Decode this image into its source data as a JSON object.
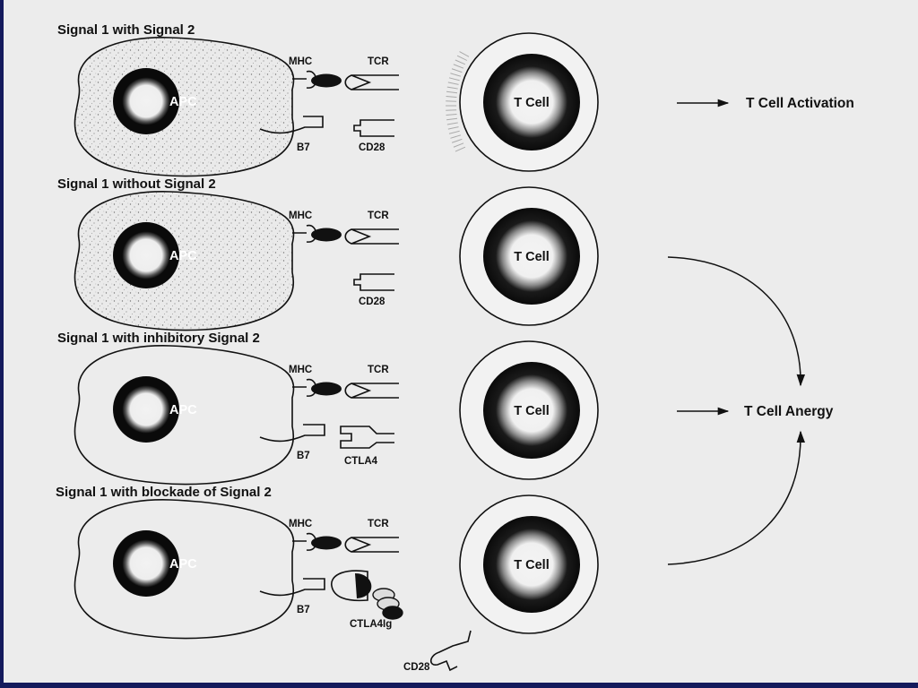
{
  "panels": [
    {
      "title": "Signal 1 with Signal 2",
      "apc": "APC",
      "mhc": "MHC",
      "tcr": "TCR",
      "lower_left": "B7",
      "lower_right": "CD28",
      "tcell": "T Cell"
    },
    {
      "title": "Signal 1 without Signal 2",
      "apc": "APC",
      "mhc": "MHC",
      "tcr": "TCR",
      "lower_right": "CD28",
      "tcell": "T Cell"
    },
    {
      "title": "Signal 1 with inhibitory Signal 2",
      "apc": "APC",
      "mhc": "MHC",
      "tcr": "TCR",
      "lower_left": "B7",
      "lower_right": "CTLA4",
      "tcell": "T Cell"
    },
    {
      "title": "Signal 1 with blockade of Signal 2",
      "apc": "APC",
      "mhc": "MHC",
      "tcr": "TCR",
      "lower_left": "B7",
      "lower_right": "CTLA4Ig",
      "free_cd28": "CD28",
      "tcell": "T Cell"
    }
  ],
  "outcomes": {
    "activation": "T Cell Activation",
    "anergy": "T Cell Anergy"
  },
  "colors": {
    "paper": "#ececec",
    "ink": "#111111",
    "frame": "#141a5c"
  }
}
